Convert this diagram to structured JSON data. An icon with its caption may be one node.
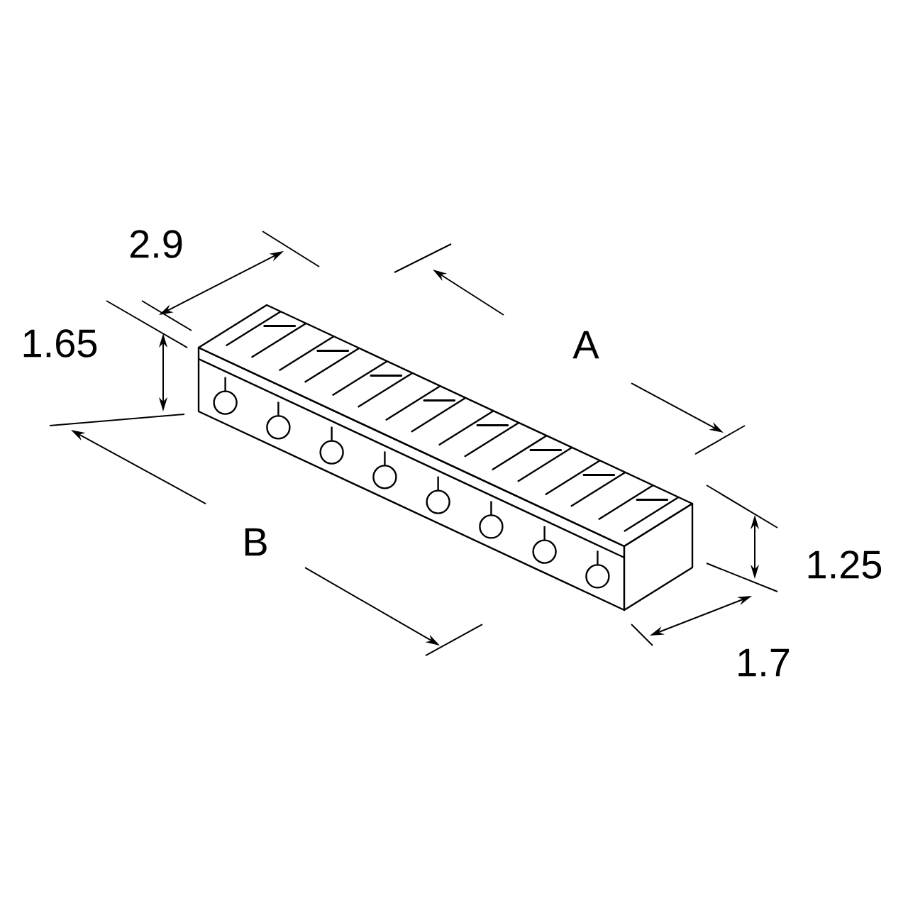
{
  "diagram": {
    "labels": [
      "2.9",
      "1.65",
      "A",
      "B",
      "1.25",
      "1.7"
    ]
  }
}
